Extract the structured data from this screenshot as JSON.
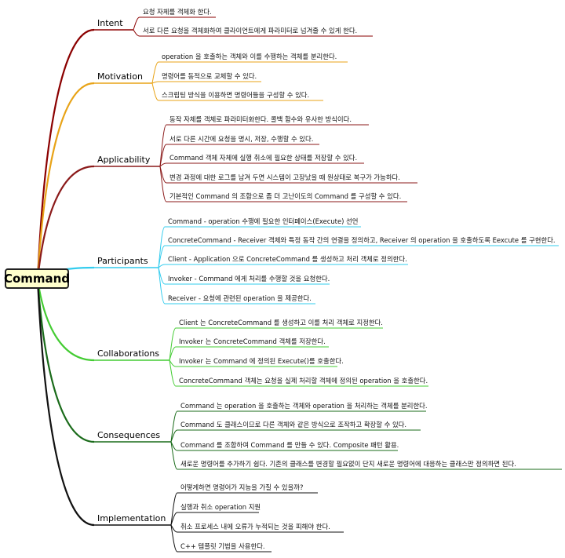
{
  "root": {
    "label": "Command"
  },
  "branches": [
    {
      "label": "Intent",
      "color": "#8b0000",
      "items": [
        "요청 자체를 객체화 한다.",
        "서로 다른 요청을 객체화하여 클라이언트에게 파라미터로 넘겨줄 수 있게 한다."
      ]
    },
    {
      "label": "Motivation",
      "color": "#e8a317",
      "items": [
        "operation 을 호출하는 객체와 이를 수행하는 객체를 분리한다.",
        "명령어를 동적으로 교체할 수 있다.",
        "스크립팅 방식을 이용하면 명령어들을 구성할 수 있다."
      ]
    },
    {
      "label": "Applicability",
      "color": "#8b1a1a",
      "items": [
        "동작 자체를 객체로 파라미터화한다. 콜백 함수와 유사한 방식이다.",
        "서로 다른 시간에 요청을 명시, 저장, 수행할 수 있다.",
        "Command 객체 자체에 실행 취소에 필요한 상태를 저장할 수 있다.",
        "변경 과정에 대한 로그를 남겨 두면 시스템이 고장났을 때 원상태로 복구가 가능하다.",
        "기본적인 Command 의 조합으로 좀 더 고난이도의 Command 를 구성할 수 있다."
      ]
    },
    {
      "label": "Participants",
      "color": "#33ccee",
      "items": [
        "Command - operation 수행에 필요한 인터페이스(Execute) 선언",
        "ConcreteCommand - Receiver 객체와 특정 동작 간의 연결을 정의하고, Receiver 의 operation 을 호출하도록 Eexcute 를 구현한다.",
        "Client - Application 으로 ConcreteCommand 를 생성하고 처리 객체로 정의한다.",
        "Invoker - Command 에게 처리를 수행할 것을 요청한다.",
        "Receiver - 요청에 관련된 operation 을 제공한다."
      ]
    },
    {
      "label": "Collaborations",
      "color": "#44cc33",
      "items": [
        "Client 는 ConcreteCommand 를 생성하고 이를 처리 객체로 지정한다.",
        "Invoker 는 ConcreteCommand 객체를 저장한다.",
        "Invoker 는 Command 에 정의된 Execute()를 호출한다.",
        "ConcreteCommand 객체는 요청을 실제 처리할 객체에 정의된 operation 을 호출한다."
      ]
    },
    {
      "label": "Consequences",
      "color": "#1a6b1a",
      "items": [
        "Command 는 operation 을 호출하는 객체와 operation 을 처리하는 객체를 분리한다.",
        "Command 도 클래스이므로 다른 객체와 같은 방식으로 조작하고 확장할 수 있다.",
        "Command 를 조합하여 Command 를 만들 수 있다. Composite 패턴 활용.",
        "새로운 명령어를 추가하기 쉽다. 기존의 클래스를 변경할 필요없이 단지 새로운 명령어에 대응하는 클래스만 정의하면 된다."
      ]
    },
    {
      "label": "Implementation",
      "color": "#111111",
      "items": [
        "어떻게하면 명령어가 지능을 가질 수 있을까?",
        "실행과 취소 operation 지원",
        "취소 프로세스 내에 오류가 누적되는 것을 피해야 한다.",
        "C++ 템플릿 기법을 사용한다."
      ]
    }
  ]
}
